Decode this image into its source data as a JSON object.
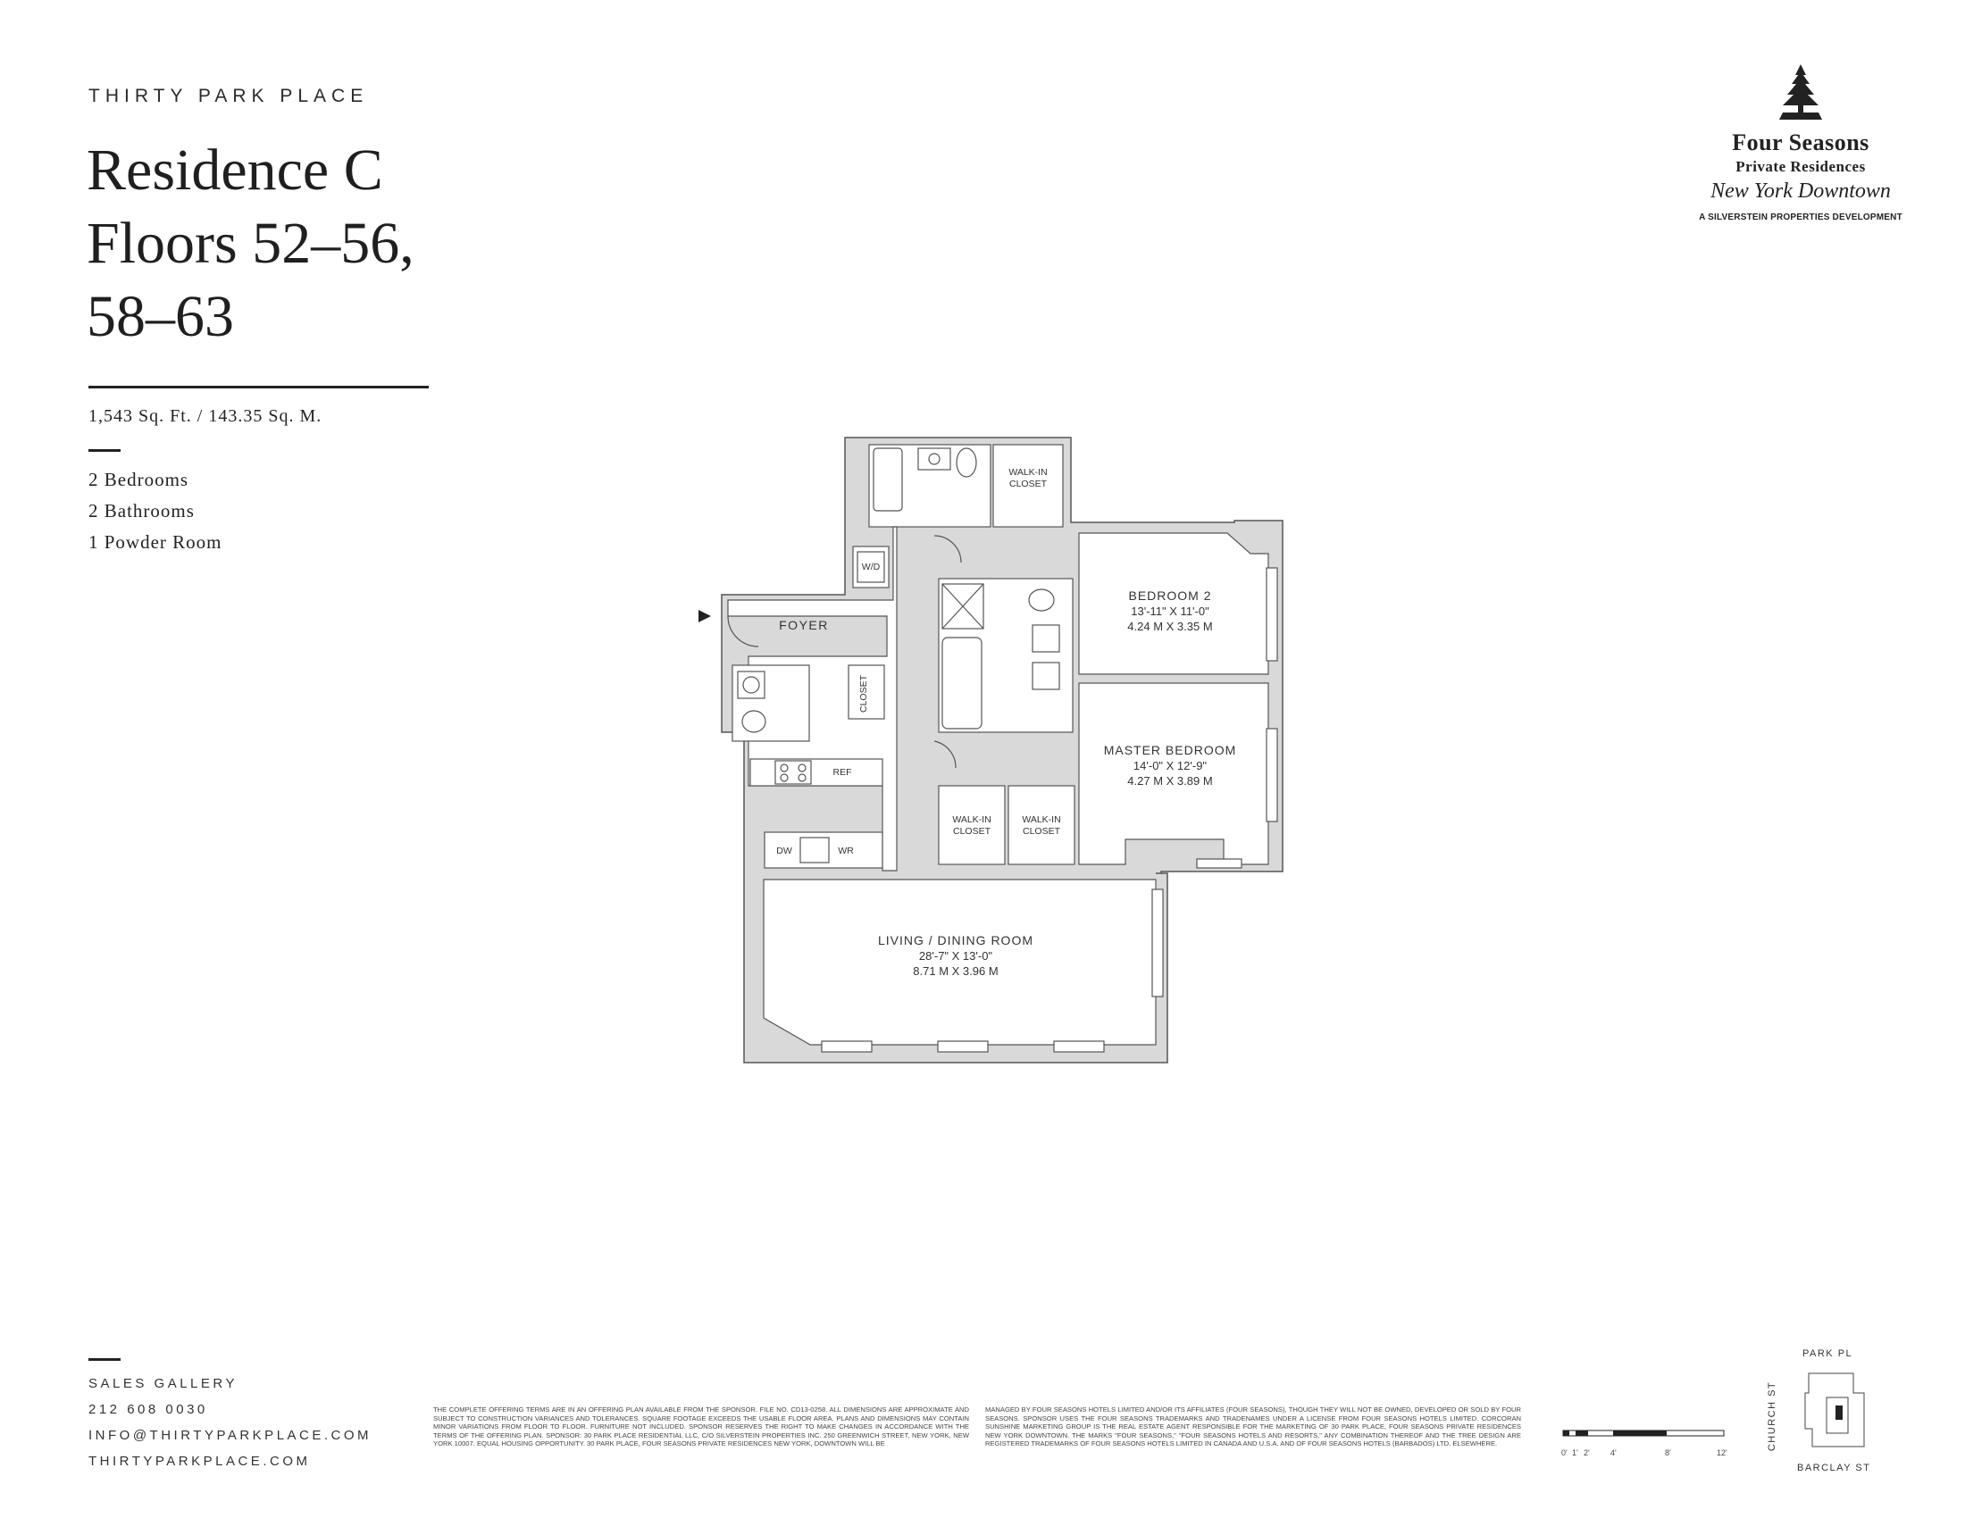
{
  "header": {
    "project": "THIRTY PARK PLACE",
    "title_lines": [
      "Residence C",
      "Floors 52–56,",
      "58–63"
    ],
    "area": "1,543 Sq. Ft. / 143.35 Sq. M.",
    "specs": [
      "2 Bedrooms",
      "2 Bathrooms",
      "1 Powder Room"
    ]
  },
  "logo": {
    "line1": "Four Seasons",
    "line2": "Private Residences",
    "line3": "New York Downtown",
    "line4": "A SILVERSTEIN PROPERTIES DEVELOPMENT"
  },
  "plan": {
    "labels": {
      "walkin_top": [
        "WALK-IN",
        "CLOSET"
      ],
      "wd": "W/D",
      "foyer": "FOYER",
      "closet": "CLOSET",
      "ref": "REF",
      "dw": "DW",
      "wr": "WR",
      "bedroom2": [
        "BEDROOM 2",
        "13'-11\" X 11'-0\"",
        "4.24 M X 3.35 M"
      ],
      "master": [
        "MASTER BEDROOM",
        "14'-0\" X 12'-9\"",
        "4.27 M X 3.89 M"
      ],
      "walkin_a": [
        "WALK-IN",
        "CLOSET"
      ],
      "walkin_b": [
        "WALK-IN",
        "CLOSET"
      ],
      "living": [
        "LIVING / DINING ROOM",
        "28'-7\" X 13'-0\"",
        "8.71 M X 3.96 M"
      ]
    }
  },
  "footer": {
    "contact": [
      "SALES GALLERY",
      "212 608 0030",
      "INFO@THIRTYPARKPLACE.COM",
      "THIRTYPARKPLACE.COM"
    ],
    "legal_left": "THE COMPLETE OFFERING TERMS ARE IN AN OFFERING PLAN AVAILABLE FROM THE SPONSOR. FILE NO. CD13-0258. ALL DIMENSIONS ARE APPROXIMATE AND SUBJECT TO CONSTRUCTION VARIANCES AND TOLERANCES. SQUARE FOOTAGE EXCEEDS THE USABLE FLOOR AREA. PLANS AND DIMENSIONS MAY CONTAIN MINOR VARIATIONS FROM FLOOR TO FLOOR. FURNITURE NOT INCLUDED. SPONSOR RESERVES THE RIGHT TO MAKE CHANGES IN ACCORDANCE WITH THE TERMS OF THE OFFERING PLAN. SPONSOR: 30 PARK PLACE RESIDENTIAL LLC, C/O SILVERSTEIN PROPERTIES INC. 250 GREENWICH STREET, NEW YORK, NEW YORK 10007. EQUAL HOUSING OPPORTUNITY. 30 PARK PLACE, FOUR SEASONS PRIVATE RESIDENCES NEW YORK, DOWNTOWN WILL BE",
    "legal_right": "MANAGED BY FOUR SEASONS HOTELS LIMITED AND/OR ITS AFFILIATES (FOUR SEASONS), THOUGH THEY WILL NOT BE OWNED, DEVELOPED OR SOLD BY FOUR SEASONS. SPONSOR USES THE FOUR SEASONS TRADEMARKS AND TRADENAMES UNDER A LICENSE FROM FOUR SEASONS HOTELS LIMITED. CORCORAN SUNSHINE MARKETING GROUP IS THE REAL ESTATE AGENT RESPONSIBLE FOR THE MARKETING OF 30 PARK PLACE, FOUR SEASONS PRIVATE RESIDENCES NEW YORK DOWNTOWN. THE MARKS \"FOUR SEASONS,\" \"FOUR SEASONS HOTELS AND RESORTS,\" ANY COMBINATION THEREOF AND THE TREE DESIGN ARE REGISTERED TRADEMARKS OF FOUR SEASONS HOTELS LIMITED IN CANADA AND U.S.A. AND OF FOUR SEASONS HOTELS (BARBADOS) LTD. ELSEWHERE.",
    "scale_labels": [
      "0'",
      "1'",
      "2'",
      "4'",
      "8'",
      "12'"
    ],
    "streets": {
      "top": "PARK PL",
      "side": "CHURCH ST",
      "bottom": "BARCLAY ST"
    }
  }
}
